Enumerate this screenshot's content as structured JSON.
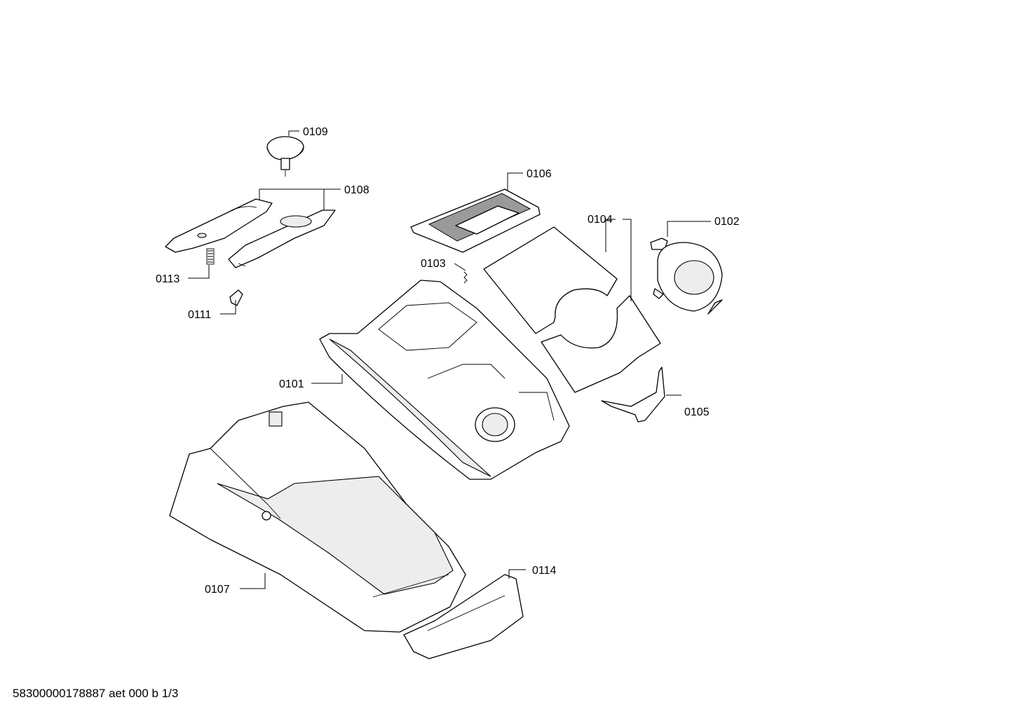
{
  "labels": {
    "p0101": "0101",
    "p0102": "0102",
    "p0103": "0103",
    "p0104": "0104",
    "p0105": "0105",
    "p0106": "0106",
    "p0107": "0107",
    "p0108": "0108",
    "p0109": "0109",
    "p0111": "0111",
    "p0113": "0113",
    "p0114": "0114"
  },
  "footer": {
    "doc_id": "58300000178887 aet 000 b 1/3"
  }
}
